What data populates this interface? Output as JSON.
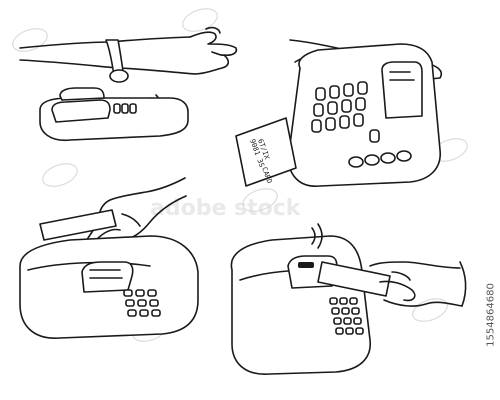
{
  "watermark": {
    "text": "adobe stock"
  },
  "stock_id": "1554864680",
  "card_text": {
    "line1": "6T/IX",
    "line2": "9081 3S",
    "word": "CARD"
  },
  "colors": {
    "ink": "#1a1a1a",
    "background": "#ffffff",
    "watermark": "#dcdcdc"
  },
  "scenes": [
    {
      "name": "smartwatch-payment"
    },
    {
      "name": "card-insert-handheld"
    },
    {
      "name": "card-swipe"
    },
    {
      "name": "contactless-card-tap"
    }
  ]
}
